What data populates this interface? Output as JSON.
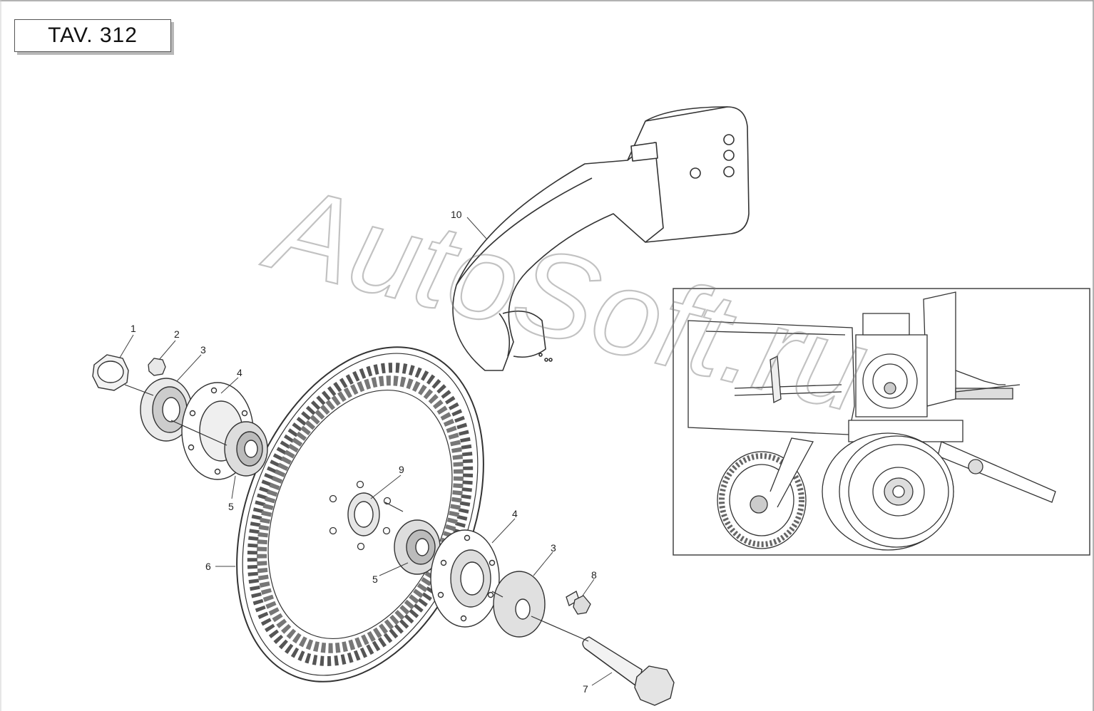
{
  "title": "TAV. 312",
  "watermark": "AutoSoft.ru",
  "callouts": [
    {
      "id": "c1",
      "label": "1"
    },
    {
      "id": "c2",
      "label": "2"
    },
    {
      "id": "c3a",
      "label": "3"
    },
    {
      "id": "c4a",
      "label": "4"
    },
    {
      "id": "c5a",
      "label": "5"
    },
    {
      "id": "c6",
      "label": "6"
    },
    {
      "id": "c9",
      "label": "9"
    },
    {
      "id": "c5b",
      "label": "5"
    },
    {
      "id": "c4b",
      "label": "4"
    },
    {
      "id": "c3b",
      "label": "3"
    },
    {
      "id": "c8",
      "label": "8"
    },
    {
      "id": "c7",
      "label": "7"
    },
    {
      "id": "c10",
      "label": "10"
    }
  ]
}
